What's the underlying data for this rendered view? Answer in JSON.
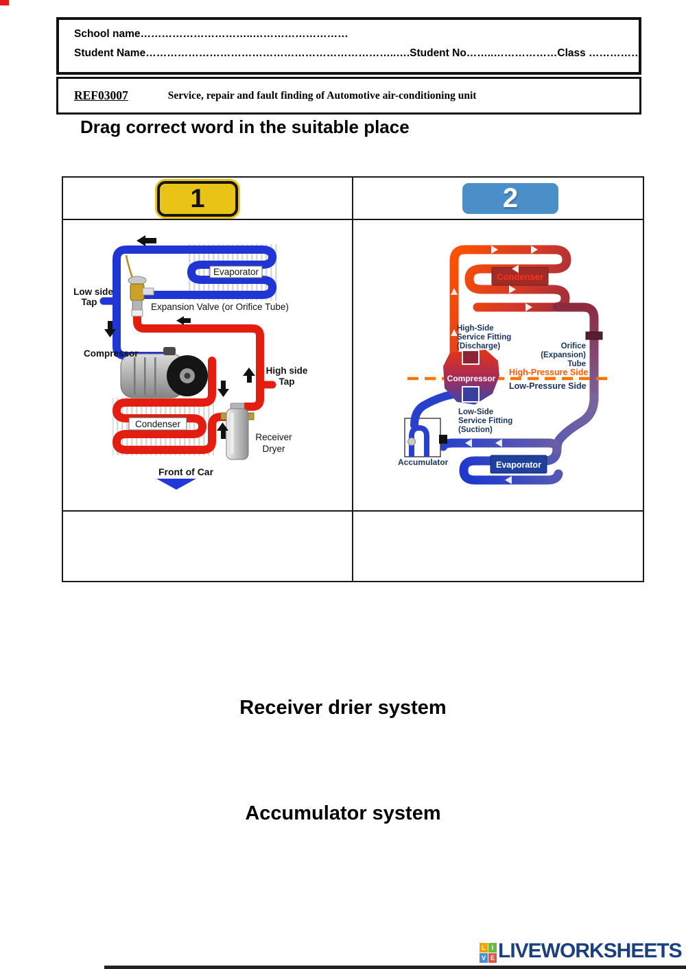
{
  "header": {
    "school_line": "School name…………………………..………………………",
    "student_line": "Student Name……………………………………………………………..….Student No……..………………Class ……………"
  },
  "ref": {
    "code": "REF03007",
    "title": "Service, repair and fault finding of Automotive air-conditioning unit"
  },
  "instruction": "Drag correct word in the suitable place",
  "panels": {
    "badge1": "1",
    "badge2": "2"
  },
  "d1": {
    "evaporator": "Evaporator",
    "low_side_1": "Low side",
    "low_side_2": "Tap",
    "expansion_valve": "Expansion Valve (or Orifice Tube)",
    "compressor": "Compressor",
    "high_side_1": "High side",
    "high_side_2": "Tap",
    "condenser": "Condenser",
    "receiver_1": "Receiver",
    "receiver_2": "Dryer",
    "front_of_car": "Front of Car"
  },
  "d2": {
    "condenser": "Condenser",
    "hs_1": "High-Side",
    "hs_2": "Service Fitting",
    "hs_3": "(Discharge)",
    "orifice_1": "Orifice",
    "orifice_2": "(Expansion)",
    "orifice_3": "Tube",
    "compressor": "Compressor",
    "high_pressure": "High-Pressure Side",
    "low_pressure": "Low-Pressure Side",
    "ls_1": "Low-Side",
    "ls_2": "Service Fitting",
    "ls_3": "(Suction)",
    "accumulator": "Accumulator",
    "evaporator": "Evaporator"
  },
  "drag_words": [
    {
      "label": "Receiver drier system"
    },
    {
      "label": "Accumulator system"
    }
  ],
  "footer": {
    "logo_text": "LIVEWORKSHEETS",
    "squares": [
      {
        "letter": "L",
        "color": "#f0a30a"
      },
      {
        "letter": "I",
        "color": "#67b94d"
      },
      {
        "letter": "V",
        "color": "#4a8fd3"
      },
      {
        "letter": "E",
        "color": "#e25348"
      }
    ]
  },
  "colors": {
    "badge1_bg": "#e9c417",
    "badge2_bg": "#4a8fc7",
    "logo_navy": "#1a4080",
    "low_side_blue": "#1f35d4",
    "high_side_red": "#e31e10"
  }
}
